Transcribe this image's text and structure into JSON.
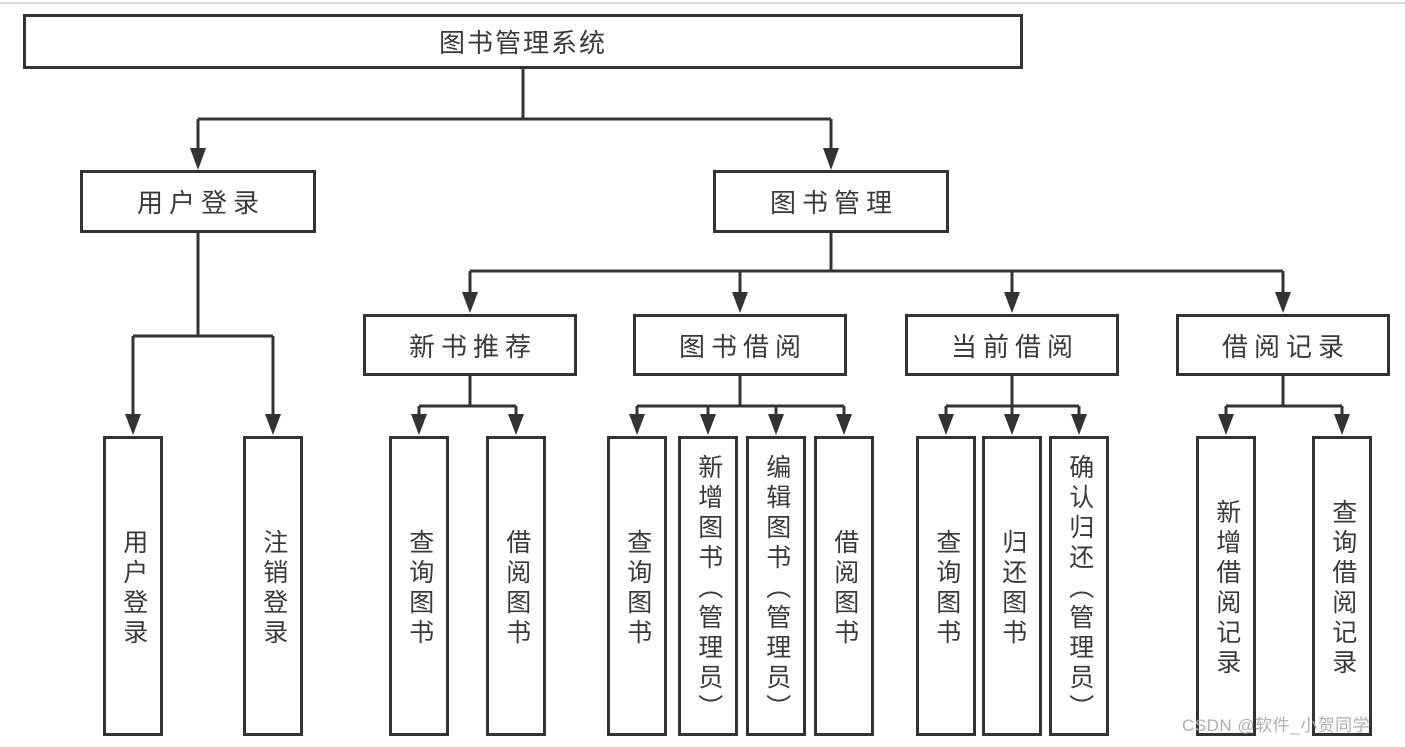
{
  "root": {
    "label": "图书管理系统"
  },
  "level1": [
    {
      "label": "用户登录"
    },
    {
      "label": "图书管理"
    }
  ],
  "level2": [
    {
      "label": "新书推荐"
    },
    {
      "label": "图书借阅"
    },
    {
      "label": "当前借阅"
    },
    {
      "label": "借阅记录"
    }
  ],
  "leaves": {
    "user_login": [
      {
        "label": "用户登录"
      },
      {
        "label": "注销登录"
      }
    ],
    "new_books": [
      {
        "label": "查询图书"
      },
      {
        "label": "借阅图书"
      }
    ],
    "book_borrow": [
      {
        "label": "查询图书"
      },
      {
        "label": "新增图书（管理员）"
      },
      {
        "label": "编辑图书（管理员）"
      },
      {
        "label": "借阅图书"
      }
    ],
    "current_borrow": [
      {
        "label": "查询图书"
      },
      {
        "label": "归还图书"
      },
      {
        "label": "确认归还（管理员）"
      }
    ],
    "borrow_records": [
      {
        "label": "新增借阅记录"
      },
      {
        "label": "查询借阅记录"
      }
    ]
  },
  "watermark": "CSDN @软件_小贺同学",
  "colors": {
    "line": "#333333",
    "text": "#3a3a3a",
    "background": "#ffffff",
    "watermark": "#aeaeae"
  }
}
